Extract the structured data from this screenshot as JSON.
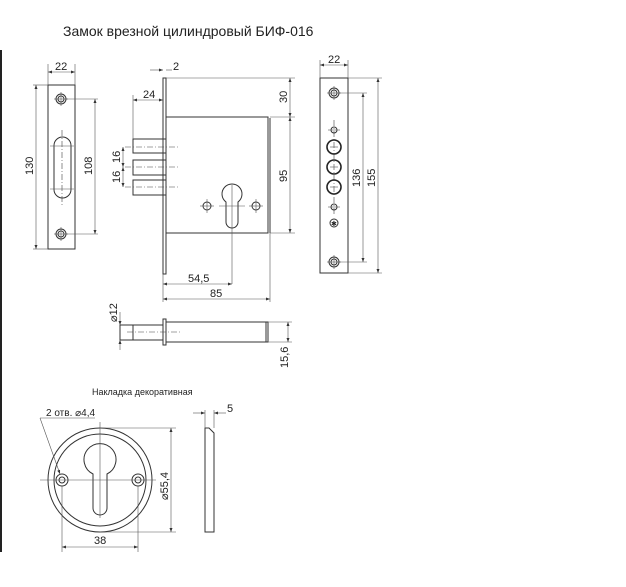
{
  "title": "Замок врезной цилиндровый БИФ-016",
  "faceplate": {
    "width_dim": "22",
    "height_dim": "130",
    "hole_spacing_dim": "108"
  },
  "lock_body": {
    "faceplate_thickness_dim": "2",
    "bolt_length_dim": "24",
    "top_offset_dim": "30",
    "body_height_dim": "95",
    "bolt_spacing_dims": [
      "16",
      "16"
    ],
    "backset_dim": "54,5",
    "body_depth_dim": "85"
  },
  "bolt_view": {
    "pin_diameter_dim": "⌀12",
    "height_dim": "15,6"
  },
  "strike_plate": {
    "width_dim": "22",
    "hole_spacing_dim": "136",
    "height_dim": "155"
  },
  "escutcheon": {
    "title": "Накладка декоративная",
    "holes_label": "2 отв. ⌀4,4",
    "diameter_dim": "⌀55,4",
    "hole_spacing_dim": "38",
    "thickness_dim": "5"
  }
}
